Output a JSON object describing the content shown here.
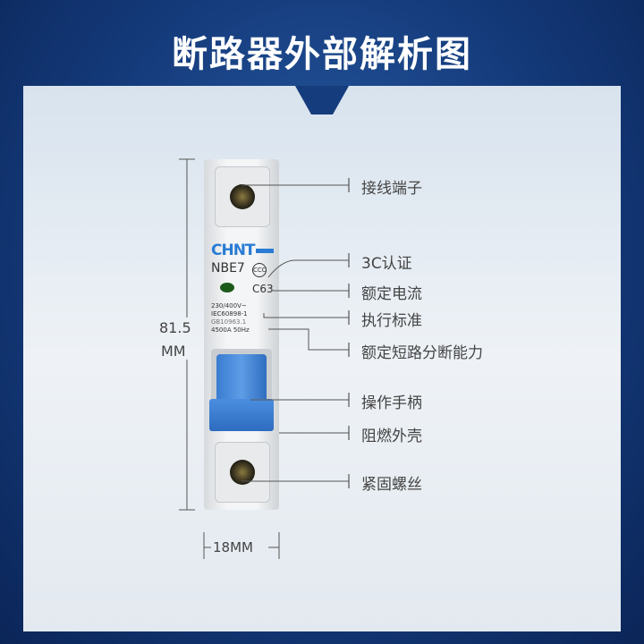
{
  "title": "断路器外部解析图",
  "product": {
    "brand": "CHNT",
    "model": "NBE7",
    "rating": "C63",
    "spec_lines": [
      "230/400V~",
      "IEC60898-1",
      "GB10963.1",
      "4500A  50Hz"
    ]
  },
  "dimensions": {
    "height_value": "81.5",
    "height_unit": "MM",
    "width": "18MM"
  },
  "callouts": [
    "接线端子",
    "3C认证",
    "额定电流",
    "执行标准",
    "额定短路分断能力",
    "操作手柄",
    "阻燃外壳",
    "紧固螺丝"
  ]
}
